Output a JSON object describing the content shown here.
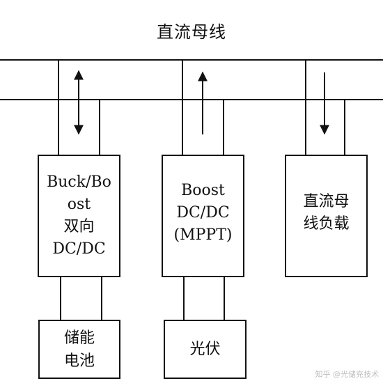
{
  "title": "直流母线",
  "blocks": {
    "converter1": [
      "Buck/Bo",
      "ost",
      "双向",
      "DC/DC"
    ],
    "converter2": [
      "Boost",
      "DC/DC",
      "(MPPT)"
    ],
    "load": [
      "直流母",
      "线负载"
    ],
    "storage": [
      "储能",
      "电池"
    ],
    "pv": [
      "光伏"
    ]
  },
  "arrows": {
    "converter1": "bidirectional",
    "converter2": "up",
    "load": "down"
  },
  "watermark": "知乎 @光储充技术"
}
